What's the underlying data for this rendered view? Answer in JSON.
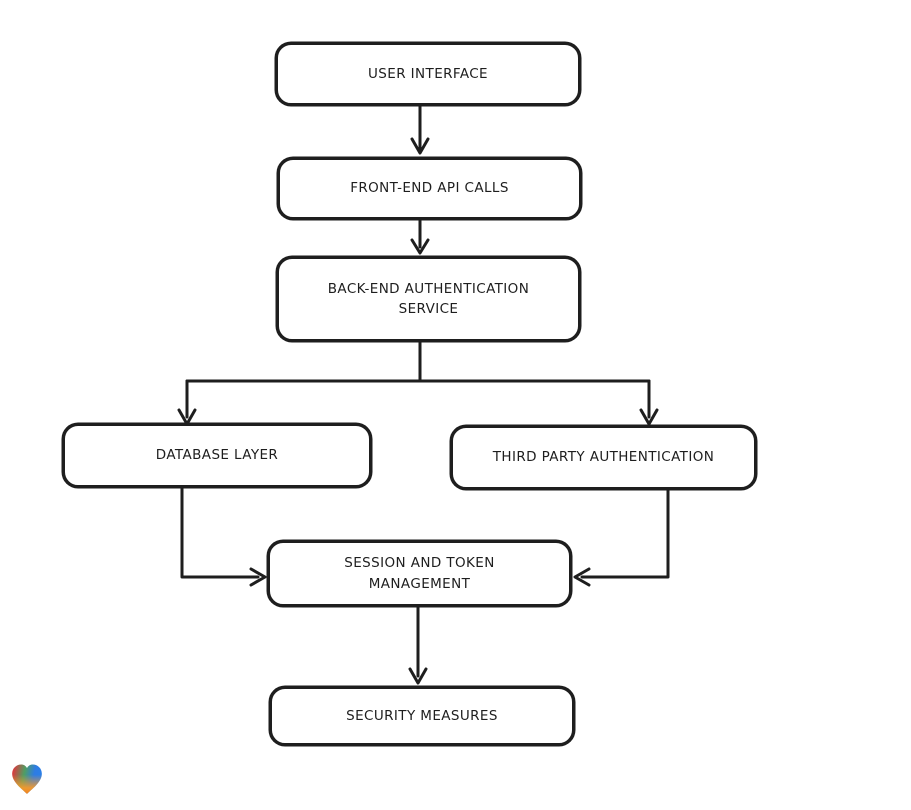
{
  "diagram": {
    "type": "flowchart",
    "background_color": "#ffffff",
    "stroke_color": "#1e1e1e",
    "node_fill_color": "#ffffff",
    "nodes": [
      {
        "id": "user-interface",
        "label": "USER INTERFACE"
      },
      {
        "id": "front-end-api-calls",
        "label": "FRONT-END API CALLS"
      },
      {
        "id": "back-end-auth-service",
        "label": "BACK-END AUTHENTICATION SERVICE"
      },
      {
        "id": "database-layer",
        "label": "DATABASE LAYER"
      },
      {
        "id": "third-party-auth",
        "label": "THIRD PARTY AUTHENTICATION"
      },
      {
        "id": "session-token-management",
        "label": "SESSION AND TOKEN MANAGEMENT"
      },
      {
        "id": "security-measures",
        "label": "SECURITY MEASURES"
      }
    ],
    "edges": [
      {
        "from": "user-interface",
        "to": "front-end-api-calls"
      },
      {
        "from": "front-end-api-calls",
        "to": "back-end-auth-service"
      },
      {
        "from": "back-end-auth-service",
        "to": "database-layer"
      },
      {
        "from": "back-end-auth-service",
        "to": "third-party-auth"
      },
      {
        "from": "database-layer",
        "to": "session-token-management"
      },
      {
        "from": "third-party-auth",
        "to": "session-token-management"
      },
      {
        "from": "session-token-management",
        "to": "security-measures"
      }
    ],
    "logo": {
      "name": "gradient-heart-logo",
      "colors": [
        "#e8303a",
        "#4f9e63",
        "#2e7ce3",
        "#f59a2b"
      ]
    }
  }
}
